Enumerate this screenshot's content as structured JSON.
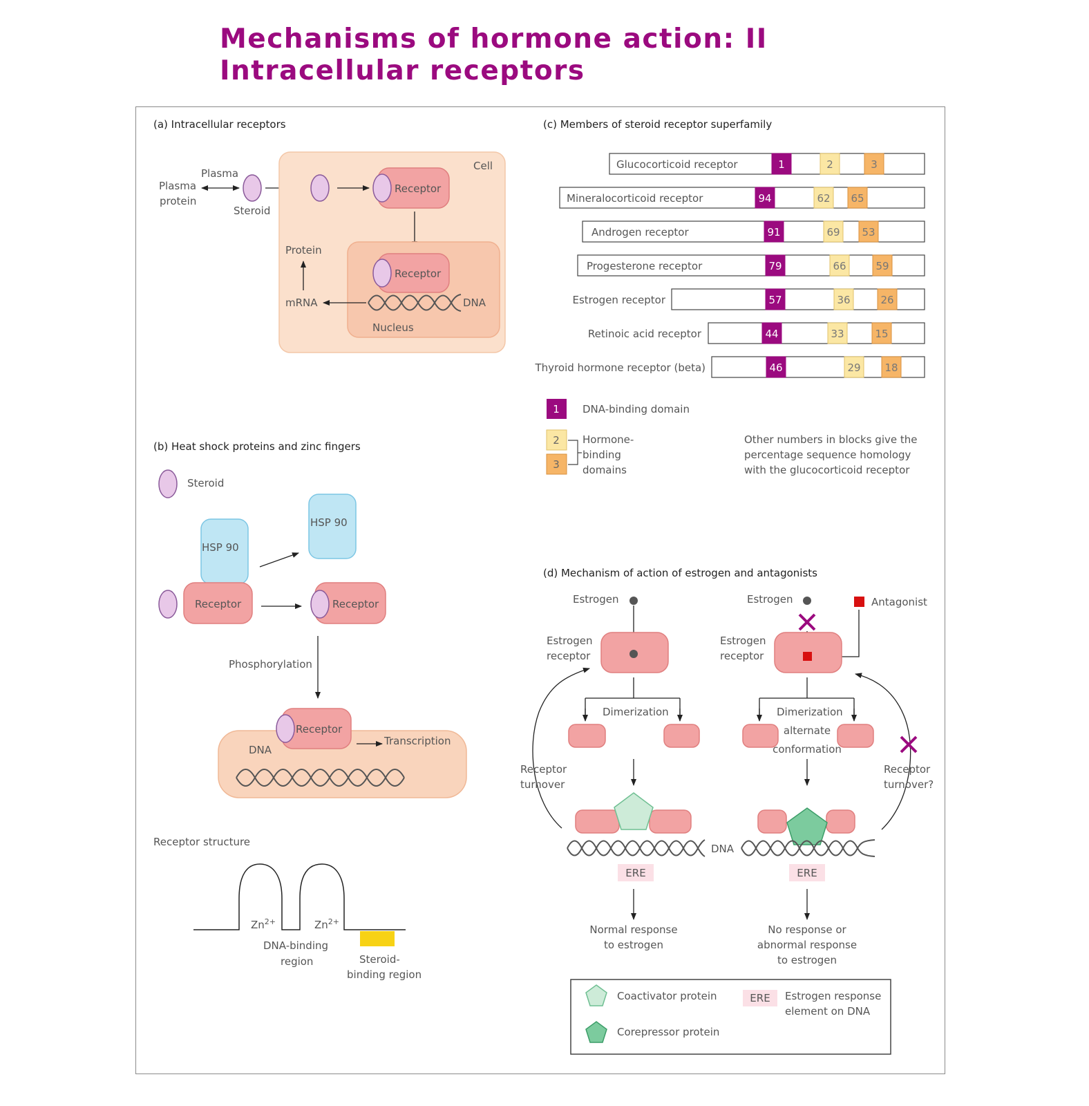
{
  "title": {
    "line1": "Mechanisms of hormone action: II",
    "line2": "Intracellular receptors"
  },
  "colors": {
    "title": "#9b0a7f",
    "dna_binding": "#9b0a7f",
    "hormone_binding_1": "#fbe7a4",
    "hormone_binding_2": "#f6b567",
    "receptor": "#f2a3a3",
    "steroid": "#e8c8e8",
    "hsp": "#bfe6f4",
    "cell": "#fbe0cc",
    "antagonist": "#d81010",
    "x_mark": "#9b0a7f",
    "coactivator": "#cdebd8",
    "corepressor": "#7ccb9e",
    "ere": "#fbe0e6",
    "zinc_region": "#f7d215"
  },
  "panel_a": {
    "heading": "(a)  Intracellular receptors",
    "plasma_protein": [
      "Plasma",
      "protein"
    ],
    "plasma": "Plasma",
    "steroid": "Steroid",
    "cell": "Cell",
    "receptor": "Receptor",
    "protein": "Protein",
    "mrna": "mRNA",
    "dna": "DNA",
    "nucleus": "Nucleus"
  },
  "panel_b": {
    "heading": "(b)  Heat shock proteins and zinc fingers",
    "steroid": "Steroid",
    "hsp": "HSP 90",
    "receptor": "Receptor",
    "phosphorylation": "Phosphorylation",
    "dna": "DNA",
    "transcription": "Transcription",
    "structure_title": "Receptor structure",
    "zn_base": "Zn",
    "zn_sup": "2+",
    "dna_binding_region": [
      "DNA-binding",
      "region"
    ],
    "steroid_binding_region": [
      "Steroid-",
      "binding region"
    ]
  },
  "panel_c": {
    "heading": "(c)  Members of steroid receptor superfamily",
    "receptors": [
      {
        "name": "Glucocorticoid receptor",
        "dna": "1",
        "h1": "2",
        "h2": "3"
      },
      {
        "name": "Mineralocorticoid receptor",
        "dna": "94",
        "h1": "62",
        "h2": "65"
      },
      {
        "name": "Androgen receptor",
        "dna": "91",
        "h1": "69",
        "h2": "53"
      },
      {
        "name": "Progesterone receptor",
        "dna": "79",
        "h1": "66",
        "h2": "59"
      },
      {
        "name": "Estrogen receptor",
        "dna": "57",
        "h1": "36",
        "h2": "26"
      },
      {
        "name": "Retinoic acid receptor",
        "dna": "44",
        "h1": "33",
        "h2": "15"
      },
      {
        "name": "Thyroid hormone receptor (beta)",
        "dna": "46",
        "h1": "29",
        "h2": "18"
      }
    ],
    "legend": {
      "dna_num": "1",
      "dna_label": "DNA-binding domain",
      "h1_num": "2",
      "h2_num": "3",
      "hormone_label": [
        "Hormone-",
        "binding",
        "domains"
      ],
      "note": [
        "Other numbers in blocks give the",
        "percentage sequence homology",
        "with the glucocorticoid receptor"
      ]
    }
  },
  "panel_d": {
    "heading": "(d)  Mechanism of action of estrogen and antagonists",
    "estrogen": "Estrogen",
    "antagonist": "Antagonist",
    "estrogen_receptor": [
      "Estrogen",
      "receptor"
    ],
    "dimerization": "Dimerization",
    "alternate_conformation": [
      "alternate",
      "conformation"
    ],
    "receptor_turnover": [
      "Receptor",
      "turnover"
    ],
    "receptor_turnover_q": [
      "Receptor",
      "turnover?"
    ],
    "dna": "DNA",
    "ere": "ERE",
    "normal_response": [
      "Normal response",
      "to estrogen"
    ],
    "no_response": [
      "No response or",
      "abnormal response",
      "to estrogen"
    ],
    "legend": {
      "coactivator": "Coactivator protein",
      "corepressor": "Corepressor protein",
      "ere": "ERE",
      "ere_desc": [
        "Estrogen response",
        "element on DNA"
      ]
    }
  }
}
